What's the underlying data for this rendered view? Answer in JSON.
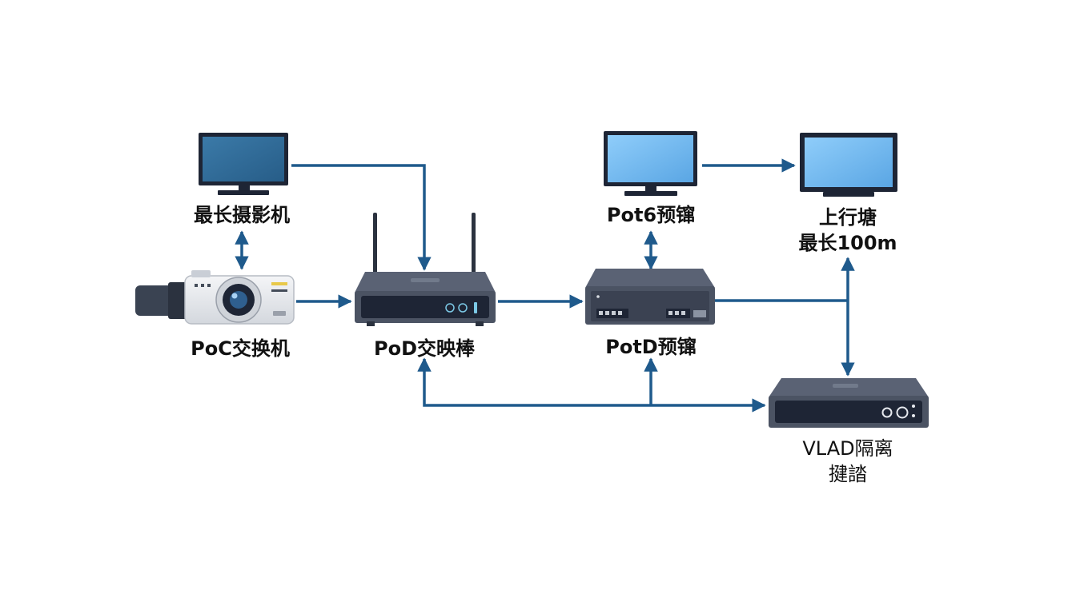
{
  "nodes": {
    "monitor_left": {
      "label": "最长摄影机"
    },
    "camera": {
      "label": "PoC交换机"
    },
    "router": {
      "label": "PoD交映棒"
    },
    "monitor_middle": {
      "label": "Pot6预镩"
    },
    "switch": {
      "label": "PotD预镩"
    },
    "monitor_right": {
      "label_line1": "上行塘",
      "label_line2": "最长100m"
    },
    "vlan_box": {
      "label_line1": "VLAD隔离",
      "label_line2": "揵誻"
    }
  },
  "colors": {
    "arrow": "#1f5a8c",
    "device_body": "#4b5363",
    "device_panel": "#1e2535",
    "screen_dark": "#2f6a96",
    "screen_light": "#6bb4ee"
  }
}
